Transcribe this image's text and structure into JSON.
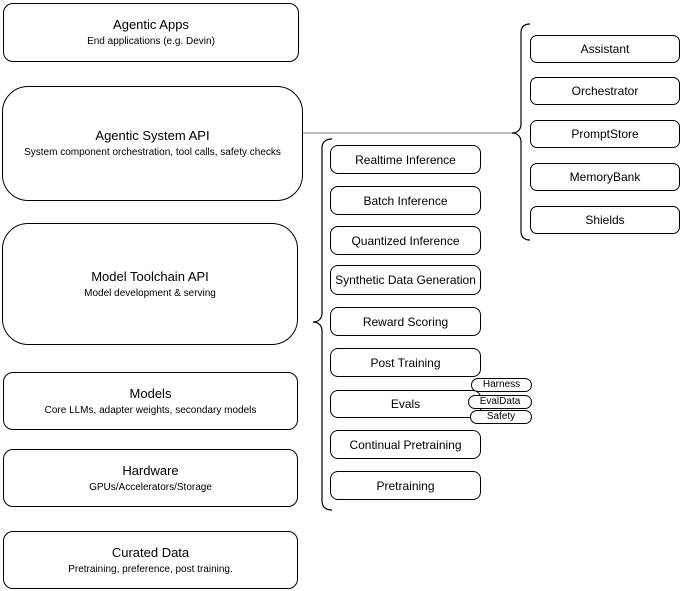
{
  "diagram": {
    "layers": [
      {
        "title": "Agentic Apps",
        "subtitle": "End applications (e.g. Devin)"
      },
      {
        "title": "Agentic System API",
        "subtitle": "System component orchestration, tool calls, safety checks"
      },
      {
        "title": "Model Toolchain API",
        "subtitle": "Model development & serving"
      },
      {
        "title": "Models",
        "subtitle": "Core LLMs, adapter weights, secondary models"
      },
      {
        "title": "Hardware",
        "subtitle": "GPUs/Accelerators/Storage"
      },
      {
        "title": "Curated Data",
        "subtitle": "Pretraining, preference, post training."
      }
    ],
    "toolchain_services": [
      "Realtime Inference",
      "Batch Inference",
      "Quantized Inference",
      "Synthetic Data Generation",
      "Reward Scoring",
      "Post Training",
      "Evals",
      "Continual Pretraining",
      "Pretraining"
    ],
    "eval_tags": [
      "Harness",
      "EvalData",
      "Safety"
    ],
    "system_components": [
      "Assistant",
      "Orchestrator",
      "PromptStore",
      "MemoryBank",
      "Shields"
    ],
    "colors": {
      "background": "#ffffff",
      "border": "#000000",
      "text": "#000000",
      "connector": "#999999"
    }
  }
}
